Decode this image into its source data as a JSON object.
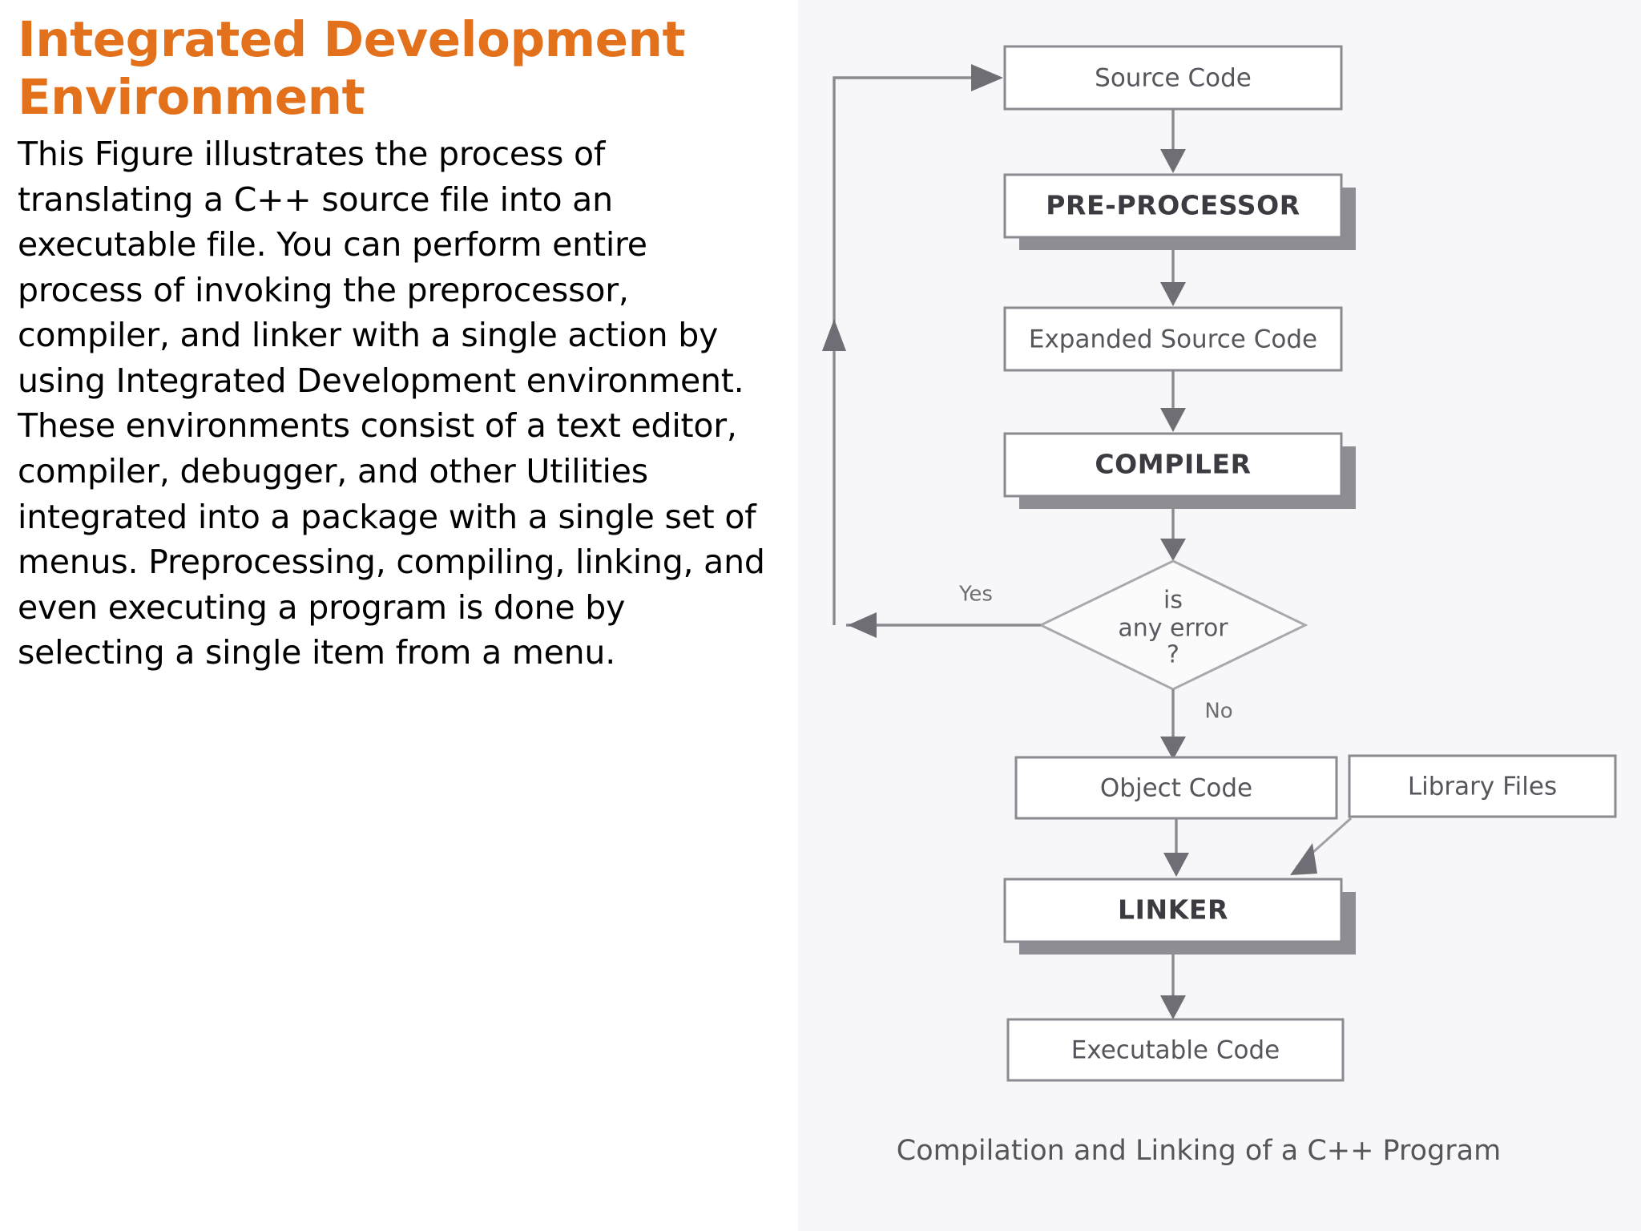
{
  "slide": {
    "title": "Integrated Development Environment",
    "title_color": "#E3701A",
    "body_text": "This Figure illustrates the process of translating a C++ source file into an executable file. You can perform entire process of invoking the preprocessor, compiler, and linker with a single action by using Integrated Development environment. These environments consist of a text editor, compiler, debugger, and other Utilities integrated into a package with a single set of menus. Preprocessing, compiling, linking, and even executing a program is done by selecting a single item from a menu.",
    "background_color": "#FFFFFF",
    "figure_panel_color": "#F7F7F9"
  },
  "figure": {
    "caption": "Compilation and Linking of a C++ Program",
    "nodes": {
      "source_code": "Source Code",
      "preprocessor": "PRE-PROCESSOR",
      "expanded_source_code": "Expanded Source Code",
      "compiler": "COMPILER",
      "decision_line1": "is",
      "decision_line2": "any error",
      "decision_line3": "?",
      "object_code": "Object Code",
      "library_files": "Library Files",
      "linker": "LINKER",
      "executable_code": "Executable Code"
    },
    "edge_labels": {
      "yes": "Yes",
      "no": "No"
    },
    "flow_order": [
      "Source Code",
      "PRE-PROCESSOR",
      "Expanded Source Code",
      "COMPILER",
      "is any error ?",
      "Object Code",
      "LINKER",
      "Executable Code"
    ]
  }
}
